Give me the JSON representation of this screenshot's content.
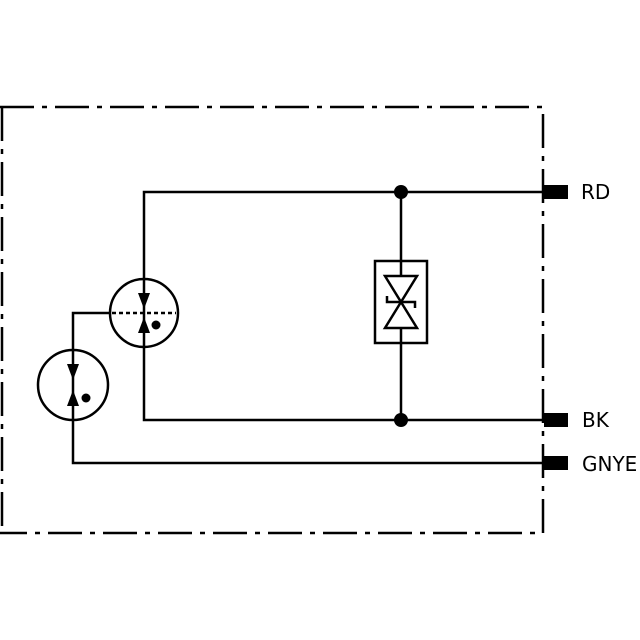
{
  "terminals": [
    {
      "id": "rd",
      "label": "RD"
    },
    {
      "id": "bk",
      "label": "BK"
    },
    {
      "id": "gnye",
      "label": "GNYE"
    }
  ]
}
